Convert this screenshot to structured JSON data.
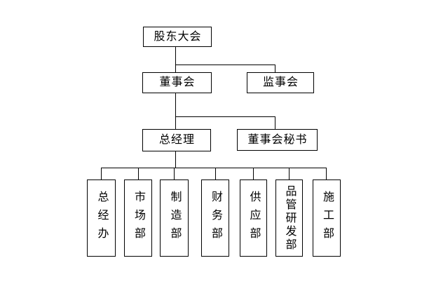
{
  "org_chart": {
    "background_color": "#ffffff",
    "line_color": "#000000",
    "box_border_color": "#000000",
    "box_fill_color": "#ffffff",
    "text_color": "#000000",
    "nodes": {
      "shareholders": {
        "label": "股东大会"
      },
      "board": {
        "label": "董事会"
      },
      "supervisory": {
        "label": "监事会"
      },
      "gm": {
        "label": "总经理"
      },
      "secretary": {
        "label": "董事会秘书"
      }
    },
    "departments": [
      {
        "label": "总经办"
      },
      {
        "label": "市场部"
      },
      {
        "label": "制造部"
      },
      {
        "label": "财务部"
      },
      {
        "label": "供应部"
      },
      {
        "label": "品管研发部"
      },
      {
        "label": "施工部"
      }
    ],
    "hierarchy": {
      "股东大会": [
        "董事会",
        "监事会"
      ],
      "董事会": [
        "总经理",
        "董事会秘书"
      ],
      "总经理": [
        "总经办",
        "市场部",
        "制造部",
        "财务部",
        "供应部",
        "品管研发部",
        "施工部"
      ]
    }
  }
}
